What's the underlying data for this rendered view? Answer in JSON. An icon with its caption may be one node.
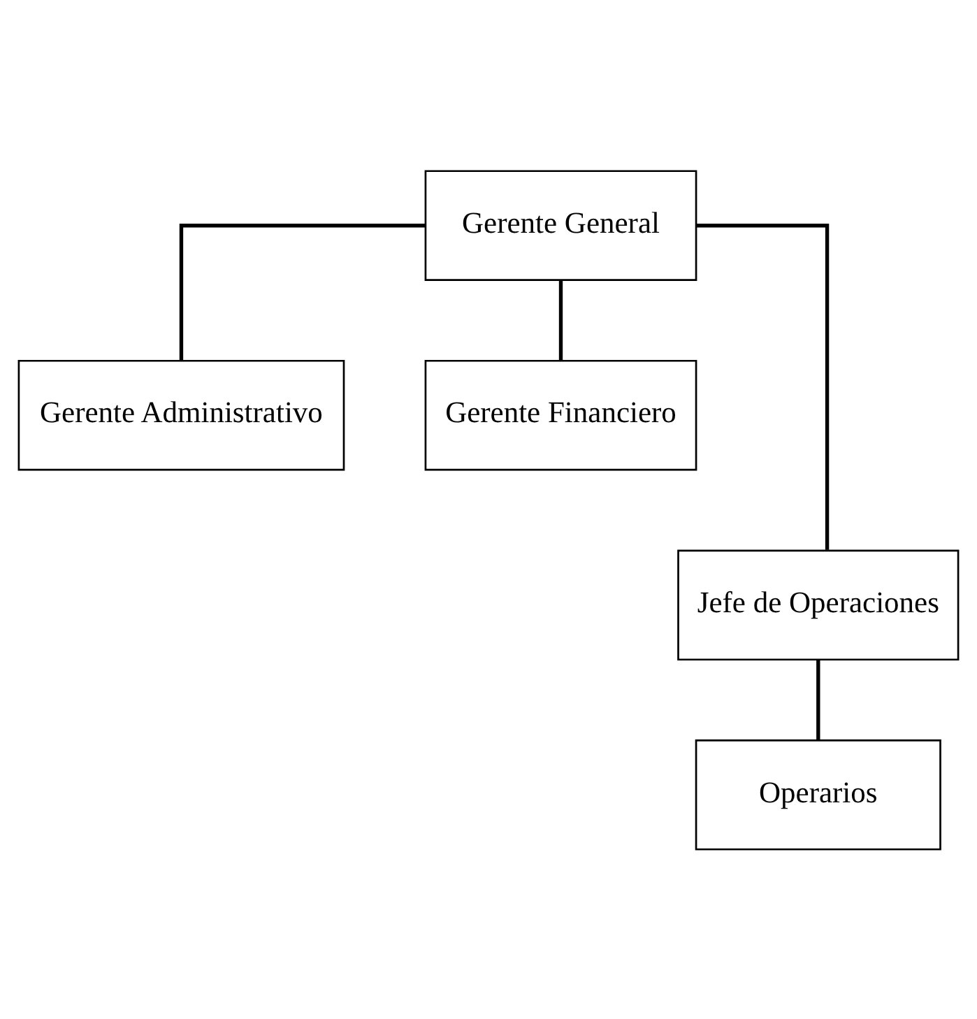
{
  "diagram": {
    "nodes": [
      {
        "text": [
          "Gerente General"
        ]
      },
      {
        "text": [
          "Gerente Administrativo"
        ]
      },
      {
        "text": [
          "Gerente Financiero"
        ]
      },
      {
        "text": [
          "Jefe de Operaciones"
        ]
      },
      {
        "text": [
          "Operarios"
        ]
      }
    ],
    "edges": [
      {
        "from": 0,
        "to": 1,
        "arrow": "none"
      },
      {
        "from": 0,
        "to": 2,
        "arrow": "none"
      },
      {
        "from": 0,
        "to": 3,
        "arrow": "none"
      },
      {
        "from": 3,
        "to": 4,
        "arrow": "none"
      }
    ]
  }
}
